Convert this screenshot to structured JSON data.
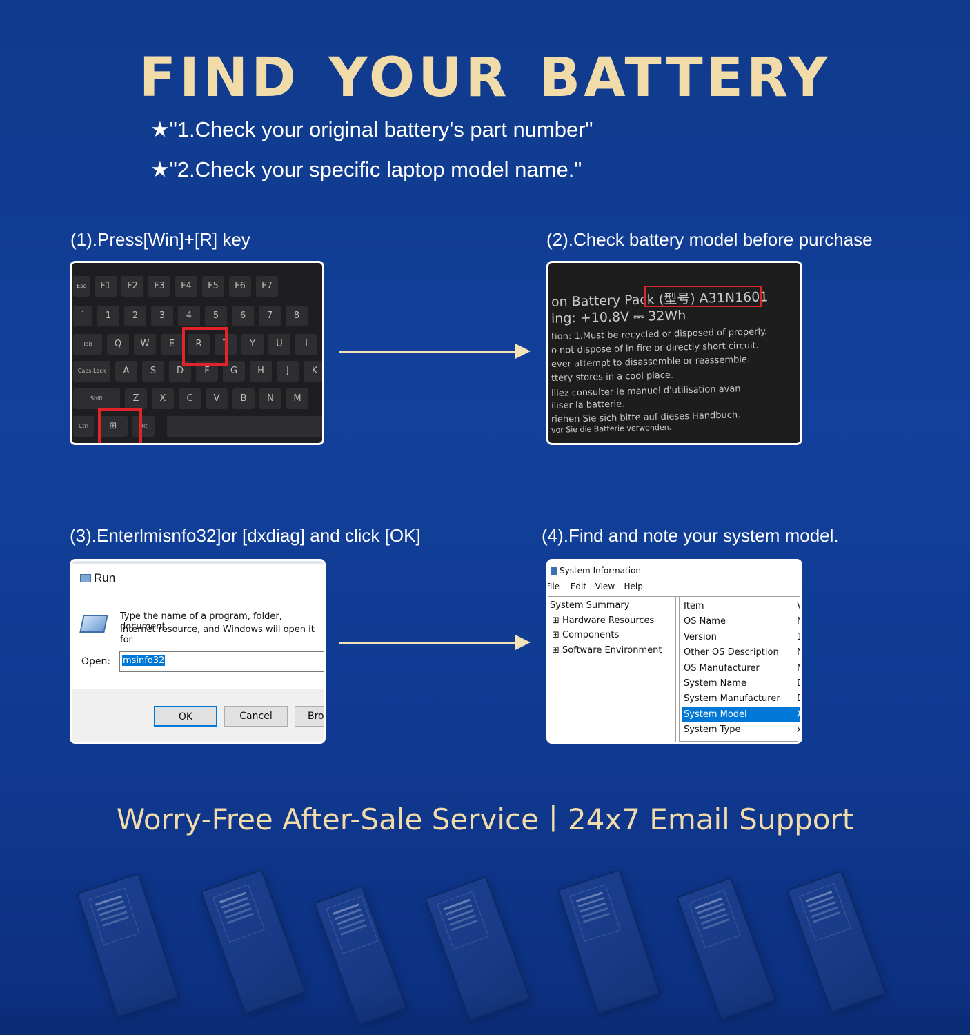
{
  "title": "FIND YOUR BATTERY",
  "tips": [
    "★\"1.Check your original battery's part number\"",
    "★\"2.Check your specific laptop model name.\""
  ],
  "steps": [
    "(1).Press[Win]+[R] key",
    "(2).Check battery model before purchase",
    "(3).Enterlmisnfo32]or [dxdiag] and click [OK]",
    "(4).Find and note your system model."
  ],
  "keyboard": {
    "fn_row": [
      "Esc",
      "F1",
      "F2",
      "F3",
      "F4",
      "F5",
      "F6",
      "F7"
    ],
    "num_row": [
      "`",
      "1",
      "2",
      "3",
      "4",
      "5",
      "6",
      "7",
      "8"
    ],
    "q_row": [
      "Tab",
      "Q",
      "W",
      "E",
      "R",
      "T",
      "Y",
      "U",
      "I"
    ],
    "a_row": [
      "Caps Lock",
      "A",
      "S",
      "D",
      "F",
      "G",
      "H",
      "J",
      "K"
    ],
    "z_row": [
      "Shift",
      "Z",
      "X",
      "C",
      "V",
      "B",
      "N",
      "M"
    ],
    "ctrl_row": [
      "Ctrl",
      "⊞",
      "Alt"
    ]
  },
  "battery_label": {
    "lines": [
      "on Battery Pack (型号) A31N1601",
      "ing: +10.8V ⎓ 32Wh",
      "tion: 1.Must be recycled or disposed of properly.",
      "o not dispose of in fire or directly short circuit.",
      "ever attempt to disassemble or reassemble.",
      "ttery stores in a cool place.",
      "illez consulter le manuel d'utilisation avan",
      "iliser la batterie.",
      "riehen Sie sich bitte auf dieses Handbuch.",
      "vor Sie die Batterie verwenden."
    ]
  },
  "run_dialog": {
    "title": "Run",
    "description_line1": "Type the name of a program, folder, document,",
    "description_line2": "Internet resource, and Windows will open it for",
    "open_label": "Open:",
    "open_value": "msinfo32",
    "ok_label": "OK",
    "cancel_label": "Cancel",
    "browse_label": "Bro"
  },
  "system_info": {
    "title": "System Information",
    "menu": [
      "File",
      "Edit",
      "View",
      "Help"
    ],
    "tree": [
      "System Summary",
      "⊞ Hardware Resources",
      "⊞ Components",
      "⊞ Software Environment"
    ],
    "items": [
      "Item",
      "OS Name",
      "Version",
      "Other OS Description",
      "OS Manufacturer",
      "System Name",
      "System Manufacturer",
      "System Model",
      "System Type"
    ],
    "values": [
      "V",
      "N",
      "1",
      "N",
      "N",
      "D",
      "D",
      "X",
      "x"
    ],
    "selected_item": "System Model"
  },
  "service": "Worry-Free After-Sale Service丨24x7 Email Support",
  "colors": {
    "accent_gold": "#f1dba8",
    "highlight_red": "#e0242a",
    "selection_blue": "#0078d7"
  }
}
